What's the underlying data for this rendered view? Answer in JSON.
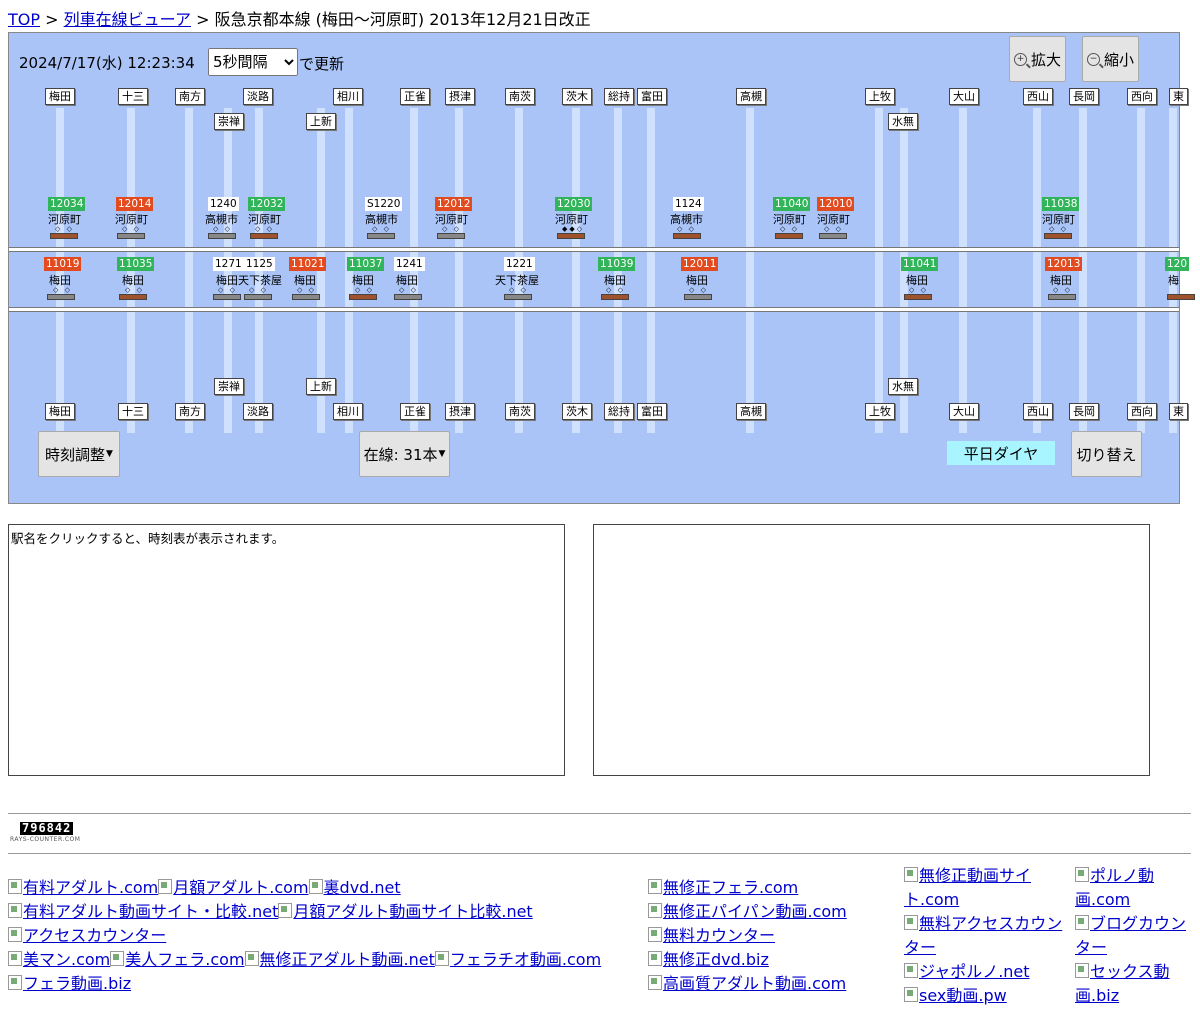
{
  "breadcrumb": {
    "top": "TOP",
    "sep1": ">",
    "viewer": "列車在線ビューア",
    "sep2": ">",
    "current": "阪急京都本線 (梅田〜河原町) 2013年12月21日改正"
  },
  "viewer": {
    "datetime": "2024/7/17(水) 12:23:34",
    "interval": "5秒間隔",
    "interval_suffix": "で更新",
    "zoom_in": "拡大",
    "zoom_out": "縮小",
    "time_adjust": "時刻調整",
    "in_service": "在線: 31本",
    "diagram": "平日ダイヤ",
    "switch": "切り替え",
    "colors": {
      "background": "#aac4f8",
      "rapid_express": "#e24a1f",
      "express": "#32b55a",
      "diagram_bg": "#a8f4ff"
    }
  },
  "stations_main": [
    "梅田",
    "十三",
    "南方",
    "淡路",
    "相川",
    "正雀",
    "摂津",
    "南茨",
    "茨木",
    "総持",
    "富田",
    "高槻",
    "上牧",
    "大山",
    "西山",
    "長岡",
    "西向",
    "東"
  ],
  "stations_sub": [
    "崇禅",
    "上新",
    "水無"
  ],
  "trains_up": [
    {
      "no": "12034",
      "dest": "河原町",
      "color": "green"
    },
    {
      "no": "12014",
      "dest": "河原町",
      "color": "red"
    },
    {
      "no": "1240",
      "dest": "高槻市",
      "color": "white"
    },
    {
      "no": "12032",
      "dest": "河原町",
      "color": "green"
    },
    {
      "no": "S1220",
      "dest": "高槻市",
      "color": "white"
    },
    {
      "no": "12012",
      "dest": "河原町",
      "color": "red"
    },
    {
      "no": "12030",
      "dest": "河原町",
      "color": "green"
    },
    {
      "no": "1124",
      "dest": "高槻市",
      "color": "white"
    },
    {
      "no": "11040",
      "dest": "河原町",
      "color": "green"
    },
    {
      "no": "12010",
      "dest": "河原町",
      "color": "red"
    },
    {
      "no": "11038",
      "dest": "河原町",
      "color": "green"
    }
  ],
  "trains_down": [
    {
      "no": "11019",
      "dest": "梅田",
      "color": "red"
    },
    {
      "no": "11035",
      "dest": "梅田",
      "color": "green"
    },
    {
      "no": "1271",
      "dest": "梅田",
      "color": "white"
    },
    {
      "no": "1125",
      "dest": "天下茶屋",
      "color": "white"
    },
    {
      "no": "11021",
      "dest": "梅田",
      "color": "red"
    },
    {
      "no": "11037",
      "dest": "梅田",
      "color": "green"
    },
    {
      "no": "1241",
      "dest": "梅田",
      "color": "white"
    },
    {
      "no": "1221",
      "dest": "天下茶屋",
      "color": "white"
    },
    {
      "no": "11039",
      "dest": "梅田",
      "color": "green"
    },
    {
      "no": "12011",
      "dest": "梅田",
      "color": "red"
    },
    {
      "no": "11041",
      "dest": "梅田",
      "color": "green"
    },
    {
      "no": "12013",
      "dest": "梅田",
      "color": "red"
    },
    {
      "no": "120",
      "dest": "梅",
      "color": "green"
    }
  ],
  "timetable_hint": "駅名をクリックすると、時刻表が表示されます。",
  "counter": {
    "value": "796842",
    "caption": "RAYS-COUNTER.COM"
  },
  "links": {
    "col1": [
      [
        "有料アダルト.com",
        "月額アダルト.com",
        "裏dvd.net"
      ],
      [
        "有料アダルト動画サイト・比較.net",
        "月額アダルト動画サイト比較.net"
      ],
      [
        "アクセスカウンター"
      ],
      [
        "美マン.com",
        "美人フェラ.com",
        "無修正アダルト動画.net",
        "フェラチオ動画.com"
      ],
      [
        "フェラ動画.biz"
      ]
    ],
    "col2": [
      "無修正フェラ.com",
      "無修正パイパン動画.com",
      "無料カウンター",
      "無修正dvd.biz",
      "高画質アダルト動画.com"
    ],
    "col3": [
      "無修正動画サイト.com",
      "無料アクセスカウンター",
      "ジャポルノ.net",
      "sex動画.pw"
    ],
    "col4": [
      "ポルノ動画.com",
      "ブログカウンター",
      "セックス動画.biz"
    ]
  }
}
